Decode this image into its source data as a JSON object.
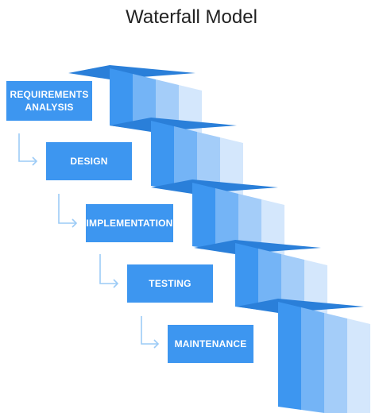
{
  "title": "Waterfall Model",
  "colors": {
    "box": "#3d96f0",
    "shade1": "#3d96f0",
    "shade2": "#74b4f6",
    "shade3": "#a4cdf9",
    "shade4": "#d4e7fc",
    "shadow": "#2a7fd9",
    "connector": "#9ccbf6"
  },
  "stages": [
    {
      "label": "REQUIREMENTS\nANALYSIS"
    },
    {
      "label": "DESIGN"
    },
    {
      "label": "IMPLEMENTATION"
    },
    {
      "label": "TESTING"
    },
    {
      "label": "MAINTENANCE"
    }
  ]
}
